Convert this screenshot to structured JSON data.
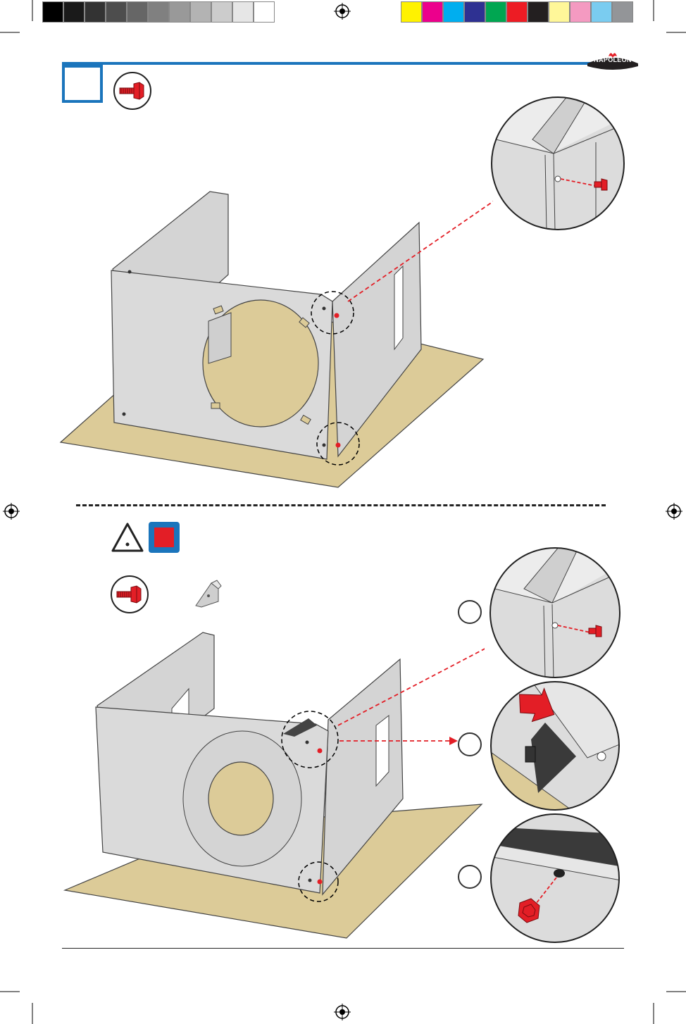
{
  "brand": {
    "name": "NAPOLEON"
  },
  "colors": {
    "header_blue": "#1b75bc",
    "screw_red": "#e31e26",
    "arrow_red": "#e31e26",
    "floor_tan": "#dccb98",
    "panel_gray": "#d9d9d9"
  },
  "print_marks": {
    "grayscale": [
      "#000000",
      "#1a1a1a",
      "#333333",
      "#4d4d4d",
      "#666666",
      "#808080",
      "#999999",
      "#b3b3b3",
      "#cccccc",
      "#e6e6e6",
      "#ffffff"
    ],
    "process": [
      "#fff200",
      "#ec008c",
      "#00aeef",
      "#2e3192",
      "#00a651",
      "#ed1c24",
      "#231f20",
      "#fff799",
      "#f49ac1",
      "#7accf0",
      "#939598"
    ]
  },
  "step_top": {
    "icons": [
      "screw-icon"
    ],
    "detail_views": [
      "corner-screw-detail"
    ]
  },
  "step_bottom": {
    "icons": [
      "warning-icon",
      "red-square-icon",
      "screw-icon",
      "corner-bracket-icon"
    ],
    "detail_callouts": [
      {
        "label": "",
        "icon": "corner-screw-detail"
      },
      {
        "label": "",
        "icon": "bracket-insert-detail"
      },
      {
        "label": "",
        "icon": "bracket-screw-detail"
      }
    ]
  }
}
